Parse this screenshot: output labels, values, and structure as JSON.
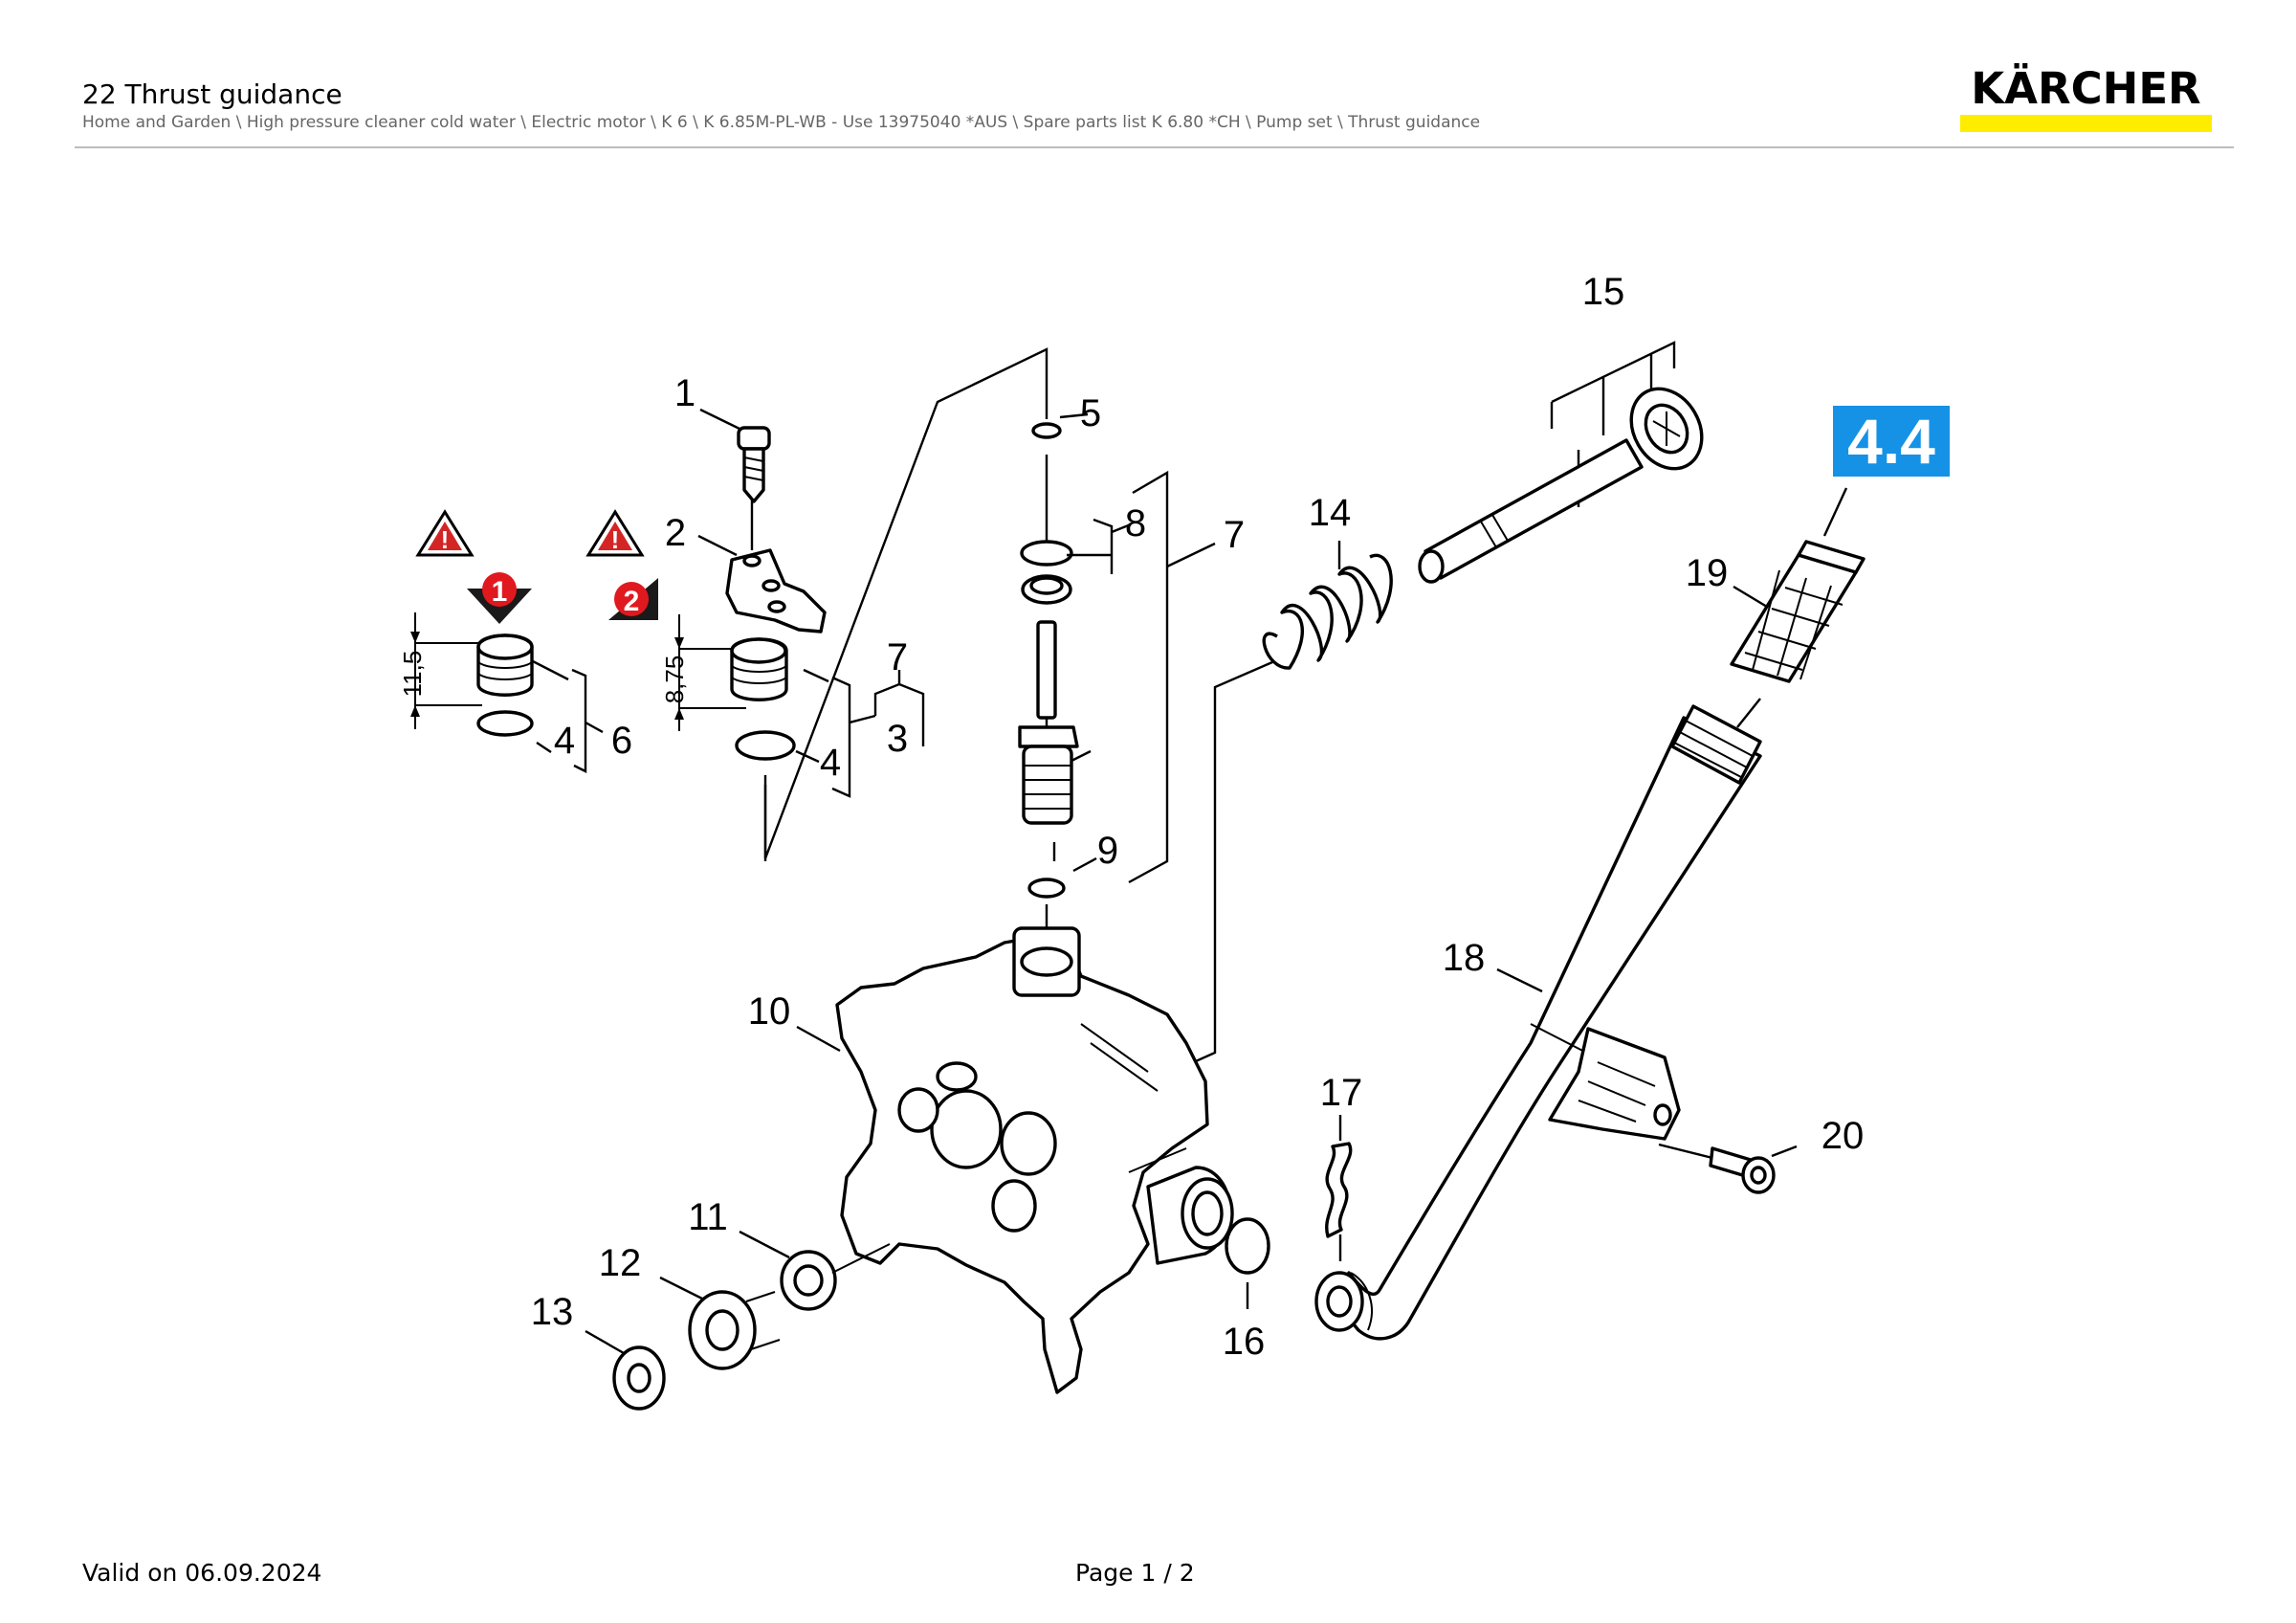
{
  "header": {
    "title": "22 Thrust guidance",
    "breadcrumb": "Home and Garden \\ High pressure cleaner cold water \\ Electric motor \\ K 6 \\ K 6.85M-PL-WB - Use 13975040 *AUS \\ Spare parts list K 6.80 *CH \\ Pump set \\ Thrust guidance"
  },
  "logo": {
    "text": "KÄRCHER",
    "bar_color": "#ffed00"
  },
  "footer": {
    "valid": "Valid on 06.09.2024",
    "page": "Page 1 / 2"
  },
  "diagram": {
    "badge": {
      "text": "4.4",
      "color": "#1592e6"
    },
    "dimensions": {
      "a": "11,5",
      "b": "8,75"
    },
    "markers": {
      "m1": "1",
      "m2": "2",
      "warning_color": "#d42525",
      "marker_color": "#e0191f"
    },
    "callouts": {
      "c1": "1",
      "c2": "2",
      "c3": "3",
      "c4a": "4",
      "c4b": "4",
      "c5": "5",
      "c6": "6",
      "c7a": "7",
      "c7b": "7",
      "c8": "8",
      "c9": "9",
      "c10": "10",
      "c11": "11",
      "c12": "12",
      "c13": "13",
      "c14": "14",
      "c15": "15",
      "c16": "16",
      "c17": "17",
      "c18": "18",
      "c19": "19",
      "c20": "20"
    }
  }
}
